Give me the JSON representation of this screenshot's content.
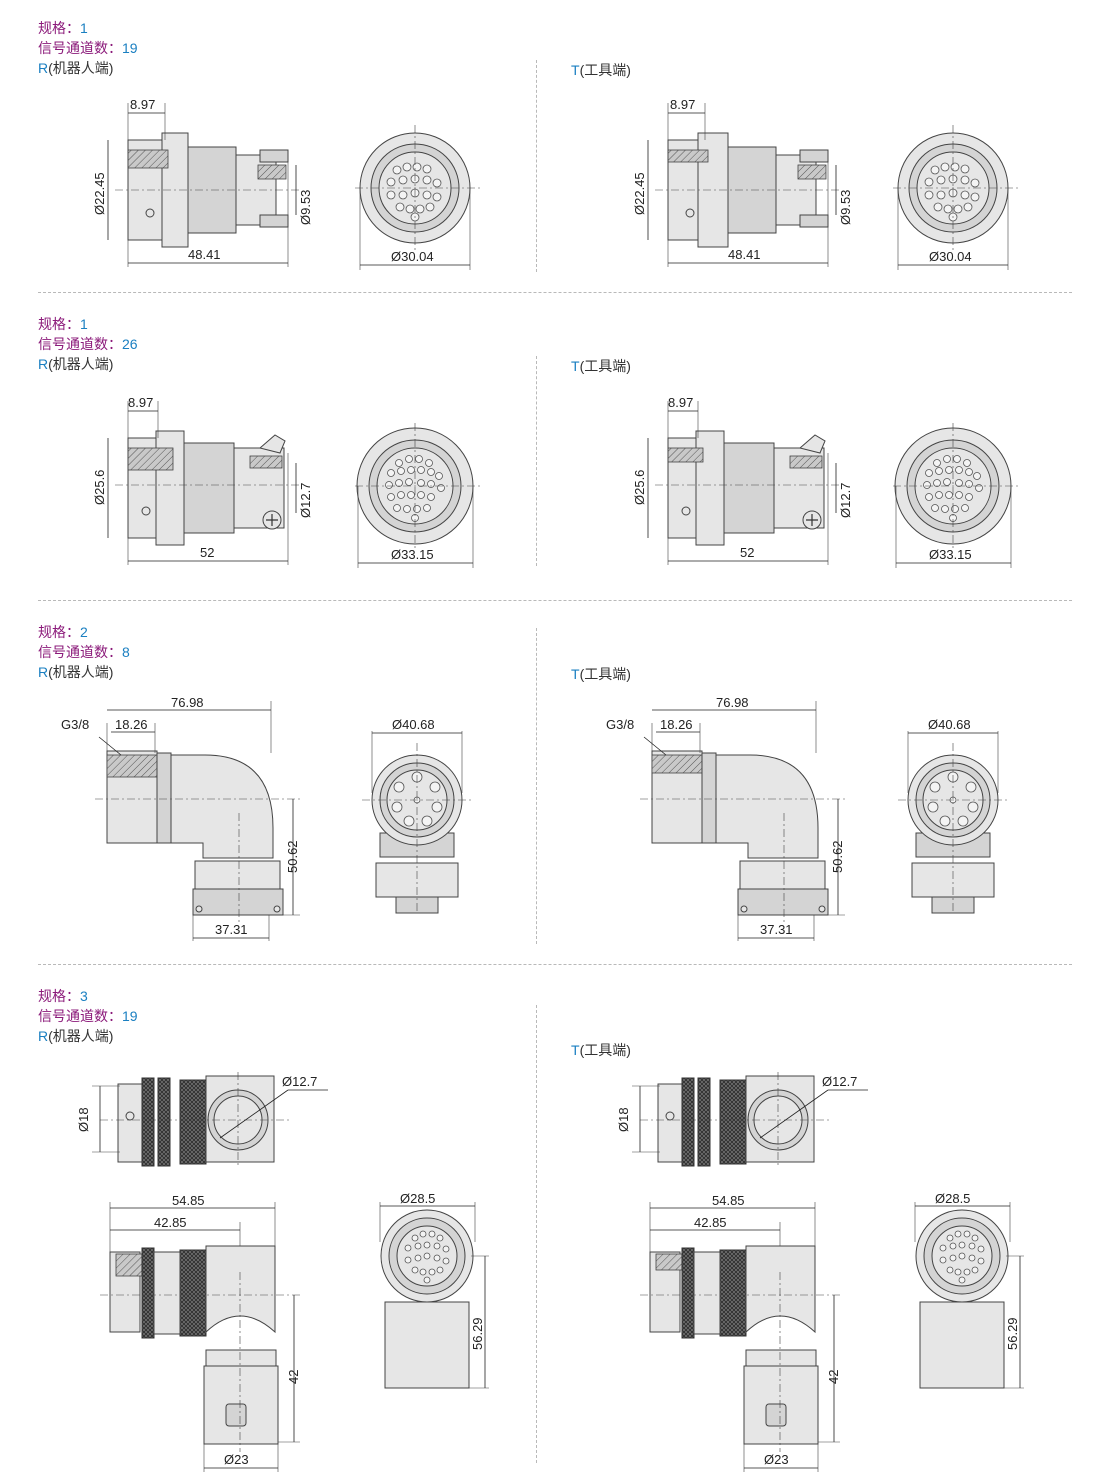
{
  "labels": {
    "spec_key": "规格：",
    "channels_key": "信号通道数：",
    "r_letter": "R",
    "r_text": "(机器人端)",
    "t_letter": "T",
    "t_text": "(工具端)"
  },
  "sections": [
    {
      "spec": "1",
      "channels": "19",
      "dims": {
        "top": "8.97",
        "dia_side": "Ø22.45",
        "dia_right": "Ø9.53",
        "length": "48.41",
        "face": "Ø30.04"
      }
    },
    {
      "spec": "1",
      "channels": "26",
      "dims": {
        "top": "8.97",
        "dia_side": "Ø25.6",
        "dia_right": "Ø12.7",
        "length": "52",
        "face": "Ø33.15"
      }
    },
    {
      "spec": "2",
      "channels": "8",
      "dims": {
        "total": "76.98",
        "thread": "G3/8",
        "inner": "18.26",
        "height": "50.62",
        "bottom": "37.31",
        "face": "Ø40.68"
      }
    },
    {
      "spec": "3",
      "channels": "19",
      "dims": {
        "top_dia": "Ø12.7",
        "side_dia": "Ø18",
        "total": "54.85",
        "inner": "42.85",
        "height": "42",
        "bottom": "Ø23",
        "face": "Ø28.5",
        "face_height": "56.29"
      }
    }
  ],
  "colors": {
    "spec_key": "#8b1a7a",
    "value": "#1a7fc1",
    "separator": "#b9b9b9"
  }
}
